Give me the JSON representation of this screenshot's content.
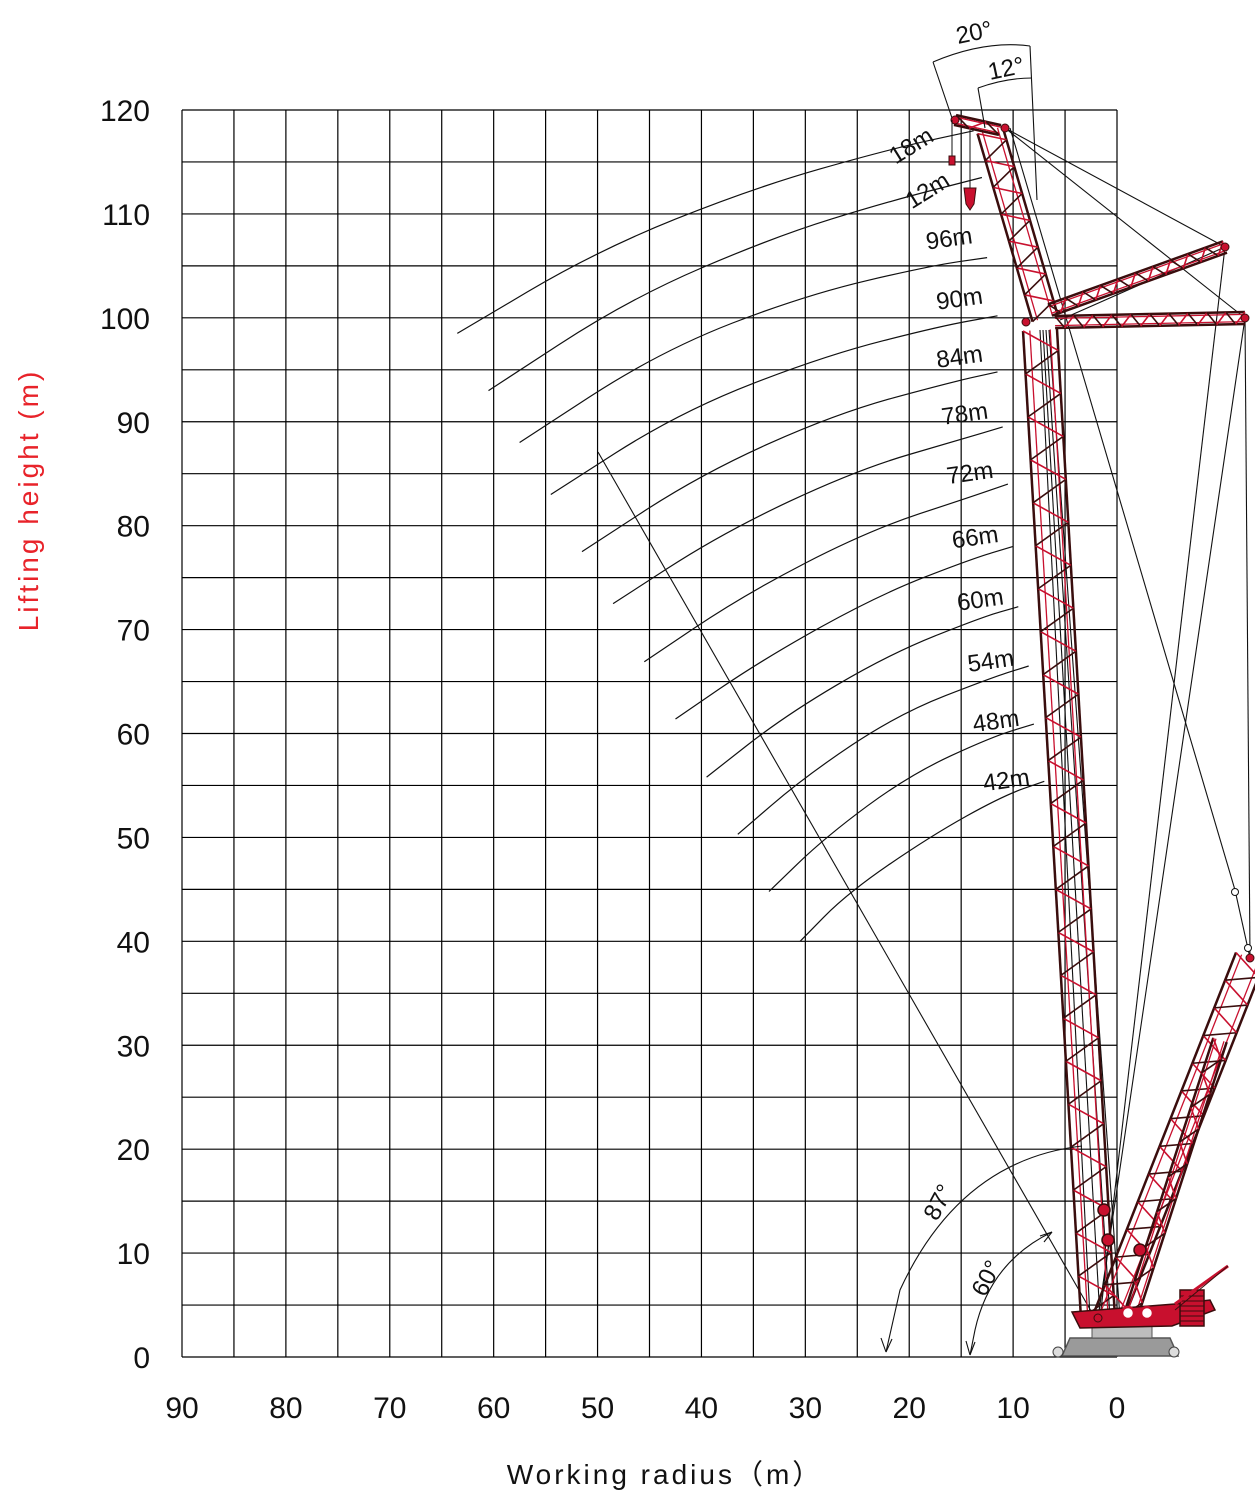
{
  "chart_data": {
    "type": "line",
    "xlabel": "Working radius（m）",
    "ylabel": "Lifting height (m)",
    "xlim": [
      90,
      0
    ],
    "ylim": [
      0,
      120
    ],
    "x_ticks": [
      "90",
      "80",
      "70",
      "60",
      "50",
      "40",
      "30",
      "20",
      "10",
      "0"
    ],
    "y_ticks": [
      "0",
      "10",
      "20",
      "30",
      "40",
      "50",
      "60",
      "70",
      "80",
      "90",
      "100",
      "110",
      "120"
    ],
    "series": [
      {
        "name": "18m",
        "x": [
          63.5,
          50,
          35,
          22,
          13.8
        ],
        "y": [
          98.5,
          106.5,
          112.5,
          116.2,
          118.0
        ]
      },
      {
        "name": "12m",
        "x": [
          60.5,
          47,
          33,
          22,
          13.0
        ],
        "y": [
          93.0,
          101.8,
          107.8,
          111.2,
          113.5
        ]
      },
      {
        "name": "96m",
        "x": [
          57.5,
          44,
          30,
          18,
          12.5
        ],
        "y": [
          88.0,
          96.8,
          102.2,
          105.0,
          105.8
        ]
      },
      {
        "name": "90m",
        "x": [
          54.5,
          42,
          28,
          17,
          11.5
        ],
        "y": [
          83.0,
          91.0,
          96.4,
          99.2,
          100.2
        ]
      },
      {
        "name": "84m",
        "x": [
          51.5,
          40,
          27,
          16,
          11.5
        ],
        "y": [
          77.5,
          85.0,
          90.8,
          93.8,
          94.8
        ]
      },
      {
        "name": "78m",
        "x": [
          48.5,
          38,
          25,
          15,
          11.0
        ],
        "y": [
          72.5,
          79.3,
          85.4,
          88.3,
          89.5
        ]
      },
      {
        "name": "72m",
        "x": [
          45.5,
          36,
          24,
          14,
          10.5
        ],
        "y": [
          66.9,
          73.3,
          79.5,
          82.8,
          84.0
        ]
      },
      {
        "name": "66m",
        "x": [
          42.5,
          34,
          23,
          14,
          10.0
        ],
        "y": [
          61.4,
          67.2,
          73.3,
          76.8,
          78.0
        ]
      },
      {
        "name": "60m",
        "x": [
          39.5,
          32,
          22,
          13,
          9.5
        ],
        "y": [
          55.8,
          61.7,
          67.6,
          71.2,
          72.2
        ]
      },
      {
        "name": "54m",
        "x": [
          36.5,
          30,
          21,
          12,
          8.5
        ],
        "y": [
          50.3,
          55.9,
          61.9,
          65.4,
          66.5
        ]
      },
      {
        "name": "48m",
        "x": [
          33.5,
          28,
          20,
          12,
          8.0
        ],
        "y": [
          44.8,
          50.1,
          56.0,
          59.7,
          60.9
        ]
      },
      {
        "name": "42m",
        "x": [
          30.5,
          26,
          18,
          11,
          7.0
        ],
        "y": [
          40.0,
          44.6,
          50.1,
          54.0,
          55.4
        ]
      }
    ],
    "annotations": [
      "20°",
      "12°",
      "87°",
      "60°"
    ],
    "grid": true
  },
  "colors": {
    "ylabel": "#e8232a",
    "crane_red": "#c8102e",
    "crane_dark": "#3a0d0d",
    "grid": "#000000",
    "curve": "#111111",
    "base_gray": "#9a9a9a"
  }
}
